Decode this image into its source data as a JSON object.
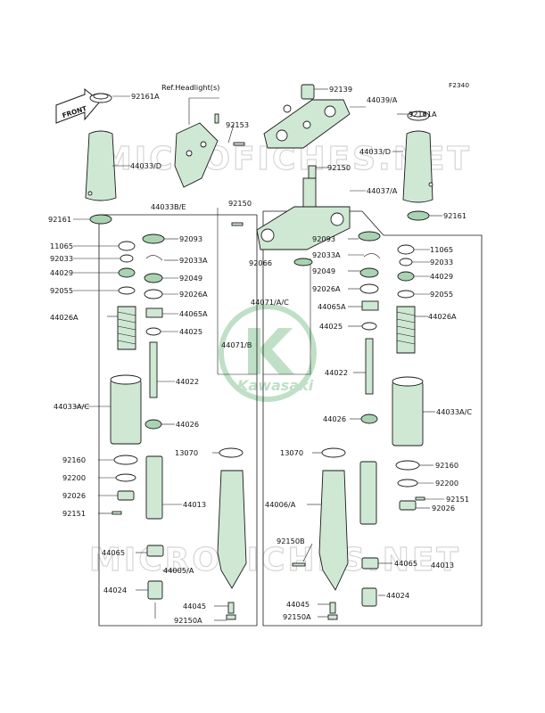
{
  "diagram_code": "F2340",
  "front_arrow": "FRONT",
  "ref_headlight": "Ref.Headlight(s)",
  "watermark": "MICROFICHES.NET",
  "logo_text": "Kawasaki",
  "labels": [
    "92161A",
    "44033/D",
    "92161",
    "92139",
    "44039/A",
    "92153",
    "92150",
    "92161A",
    "44033/D",
    "44037/A",
    "44033B/E",
    "92150",
    "92161",
    "11065",
    "92093",
    "92033",
    "92033A",
    "44029",
    "92049",
    "92055",
    "92026A",
    "44026A",
    "44065A",
    "44025",
    "44022",
    "92066",
    "44071/A/C",
    "44071/B",
    "92093",
    "11065",
    "92033A",
    "92033",
    "92049",
    "44029",
    "92026A",
    "92055",
    "44065A",
    "44026A",
    "44025",
    "44022",
    "44033A/C",
    "44026",
    "44026",
    "44033A/C",
    "13070",
    "13070",
    "92160",
    "92200",
    "92026",
    "92151",
    "44013",
    "92160",
    "92200",
    "92151",
    "92026",
    "44006/A",
    "92150B",
    "44065",
    "44005/A",
    "44065",
    "44013",
    "44024",
    "44024",
    "44045",
    "92150A",
    "44045",
    "92150A"
  ]
}
